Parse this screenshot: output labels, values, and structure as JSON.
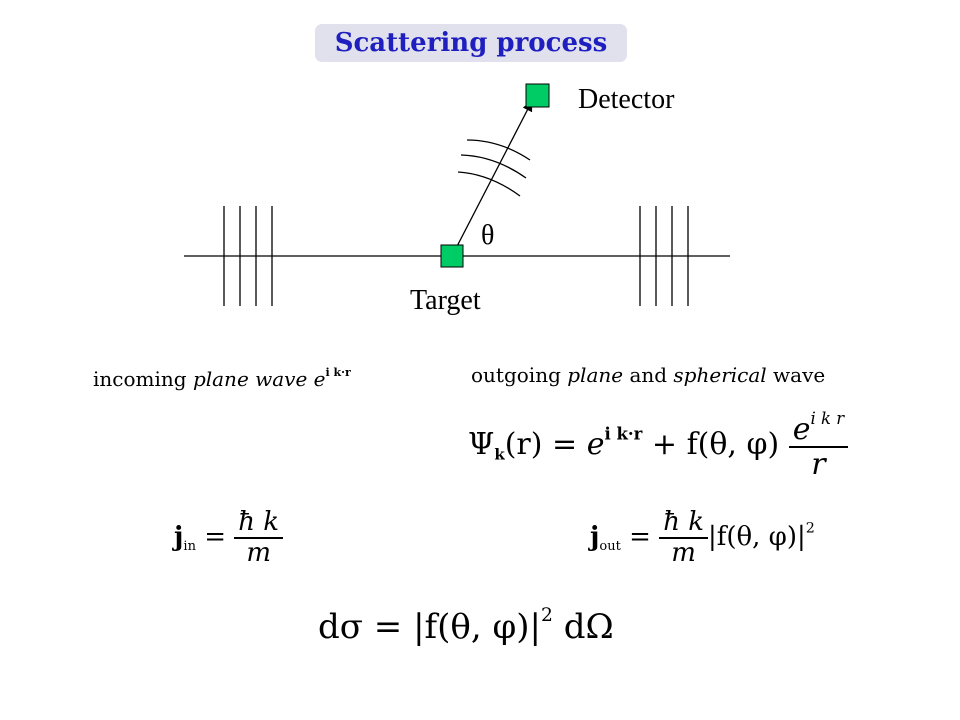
{
  "title": "Scattering process",
  "diagram": {
    "detector_label": "Detector",
    "target_label": "Target",
    "angle_label": "θ",
    "colors": {
      "box_fill": "#00cc66",
      "box_stroke": "#000000",
      "line": "#000000"
    }
  },
  "text": {
    "incoming": {
      "lead": "incoming",
      "emph": "plane wave",
      "exp_base": "e",
      "exp_sup": "i k·r"
    },
    "outgoing": {
      "lead": "outgoing",
      "emph1": "plane",
      "mid": "and",
      "emph2": "spherical",
      "tail": "wave"
    }
  },
  "equations": {
    "psi": {
      "lhs_sym": "Ψ",
      "lhs_sub": "k",
      "lhs_arg": "(r) =",
      "term1_base": "e",
      "term1_sup": "i k·r",
      "plus": "+ f(θ, φ)",
      "frac_num_base": "e",
      "frac_num_sup": "i k r",
      "frac_den": "r"
    },
    "j_in": {
      "sym": "j",
      "sub": "in",
      "eq": "=",
      "num": "ħ k",
      "den": "m"
    },
    "j_out": {
      "sym": "j",
      "sub": "out",
      "eq": "=",
      "num": "ħ k",
      "den": "m",
      "tail": "|f(θ, φ)|",
      "tail_sup": "2"
    },
    "cross_section": {
      "lhs": "dσ = |f(θ, φ)|",
      "sup": "2",
      "rhs": "dΩ"
    }
  }
}
